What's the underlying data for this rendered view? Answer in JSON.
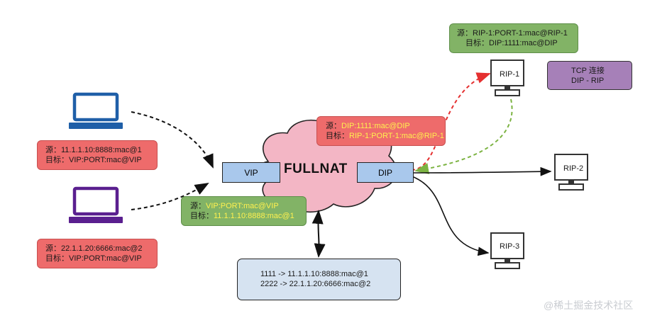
{
  "fullnat": "FULLNAT",
  "ports": {
    "vip": "VIP",
    "dip": "DIP"
  },
  "servers": {
    "rip1": "RIP-1",
    "rip2": "RIP-2",
    "rip3": "RIP-3"
  },
  "client1_box": {
    "line1": "源：11.1.1.10:8888:mac@1",
    "line2": "目标：VIP:PORT:mac@VIP"
  },
  "client2_box": {
    "line1": "源：22.1.1.20:6666:mac@2",
    "line2": "目标：VIP:PORT:mac@VIP"
  },
  "return_box": {
    "src_label": "源：",
    "src_value": "VIP:PORT:mac@VIP",
    "dst_label": "目标：",
    "dst_value": "11.1.1.10:8888:mac@1"
  },
  "forward_box": {
    "src_label": "源：",
    "src_value": "DIP:1111:mac@DIP",
    "dst_label": "目标：",
    "dst_value": "RIP-1:PORT-1:mac@RIP-1"
  },
  "rip1_box": {
    "line1": "源：RIP-1:PORT-1:mac@RIP-1",
    "line2": "目标：DIP:1111:mac@DIP"
  },
  "tcp_box": {
    "line1": "TCP 连接",
    "line2": "DIP - RIP"
  },
  "session_table": {
    "line1": "1111 -> 11.1.1.10:8888:mac@1",
    "line2": "2222 -> 22.1.1.20:6666:mac@2"
  },
  "watermark": "@稀土掘金技术社区",
  "colors": {
    "client1": "#1f5fa8",
    "client2": "#5a1f8f",
    "cloud": "#f3b6c5",
    "red_arrow": "#e53030",
    "green_arrow": "#7cb342"
  },
  "icons": [
    "computer-icon",
    "server-icon"
  ]
}
